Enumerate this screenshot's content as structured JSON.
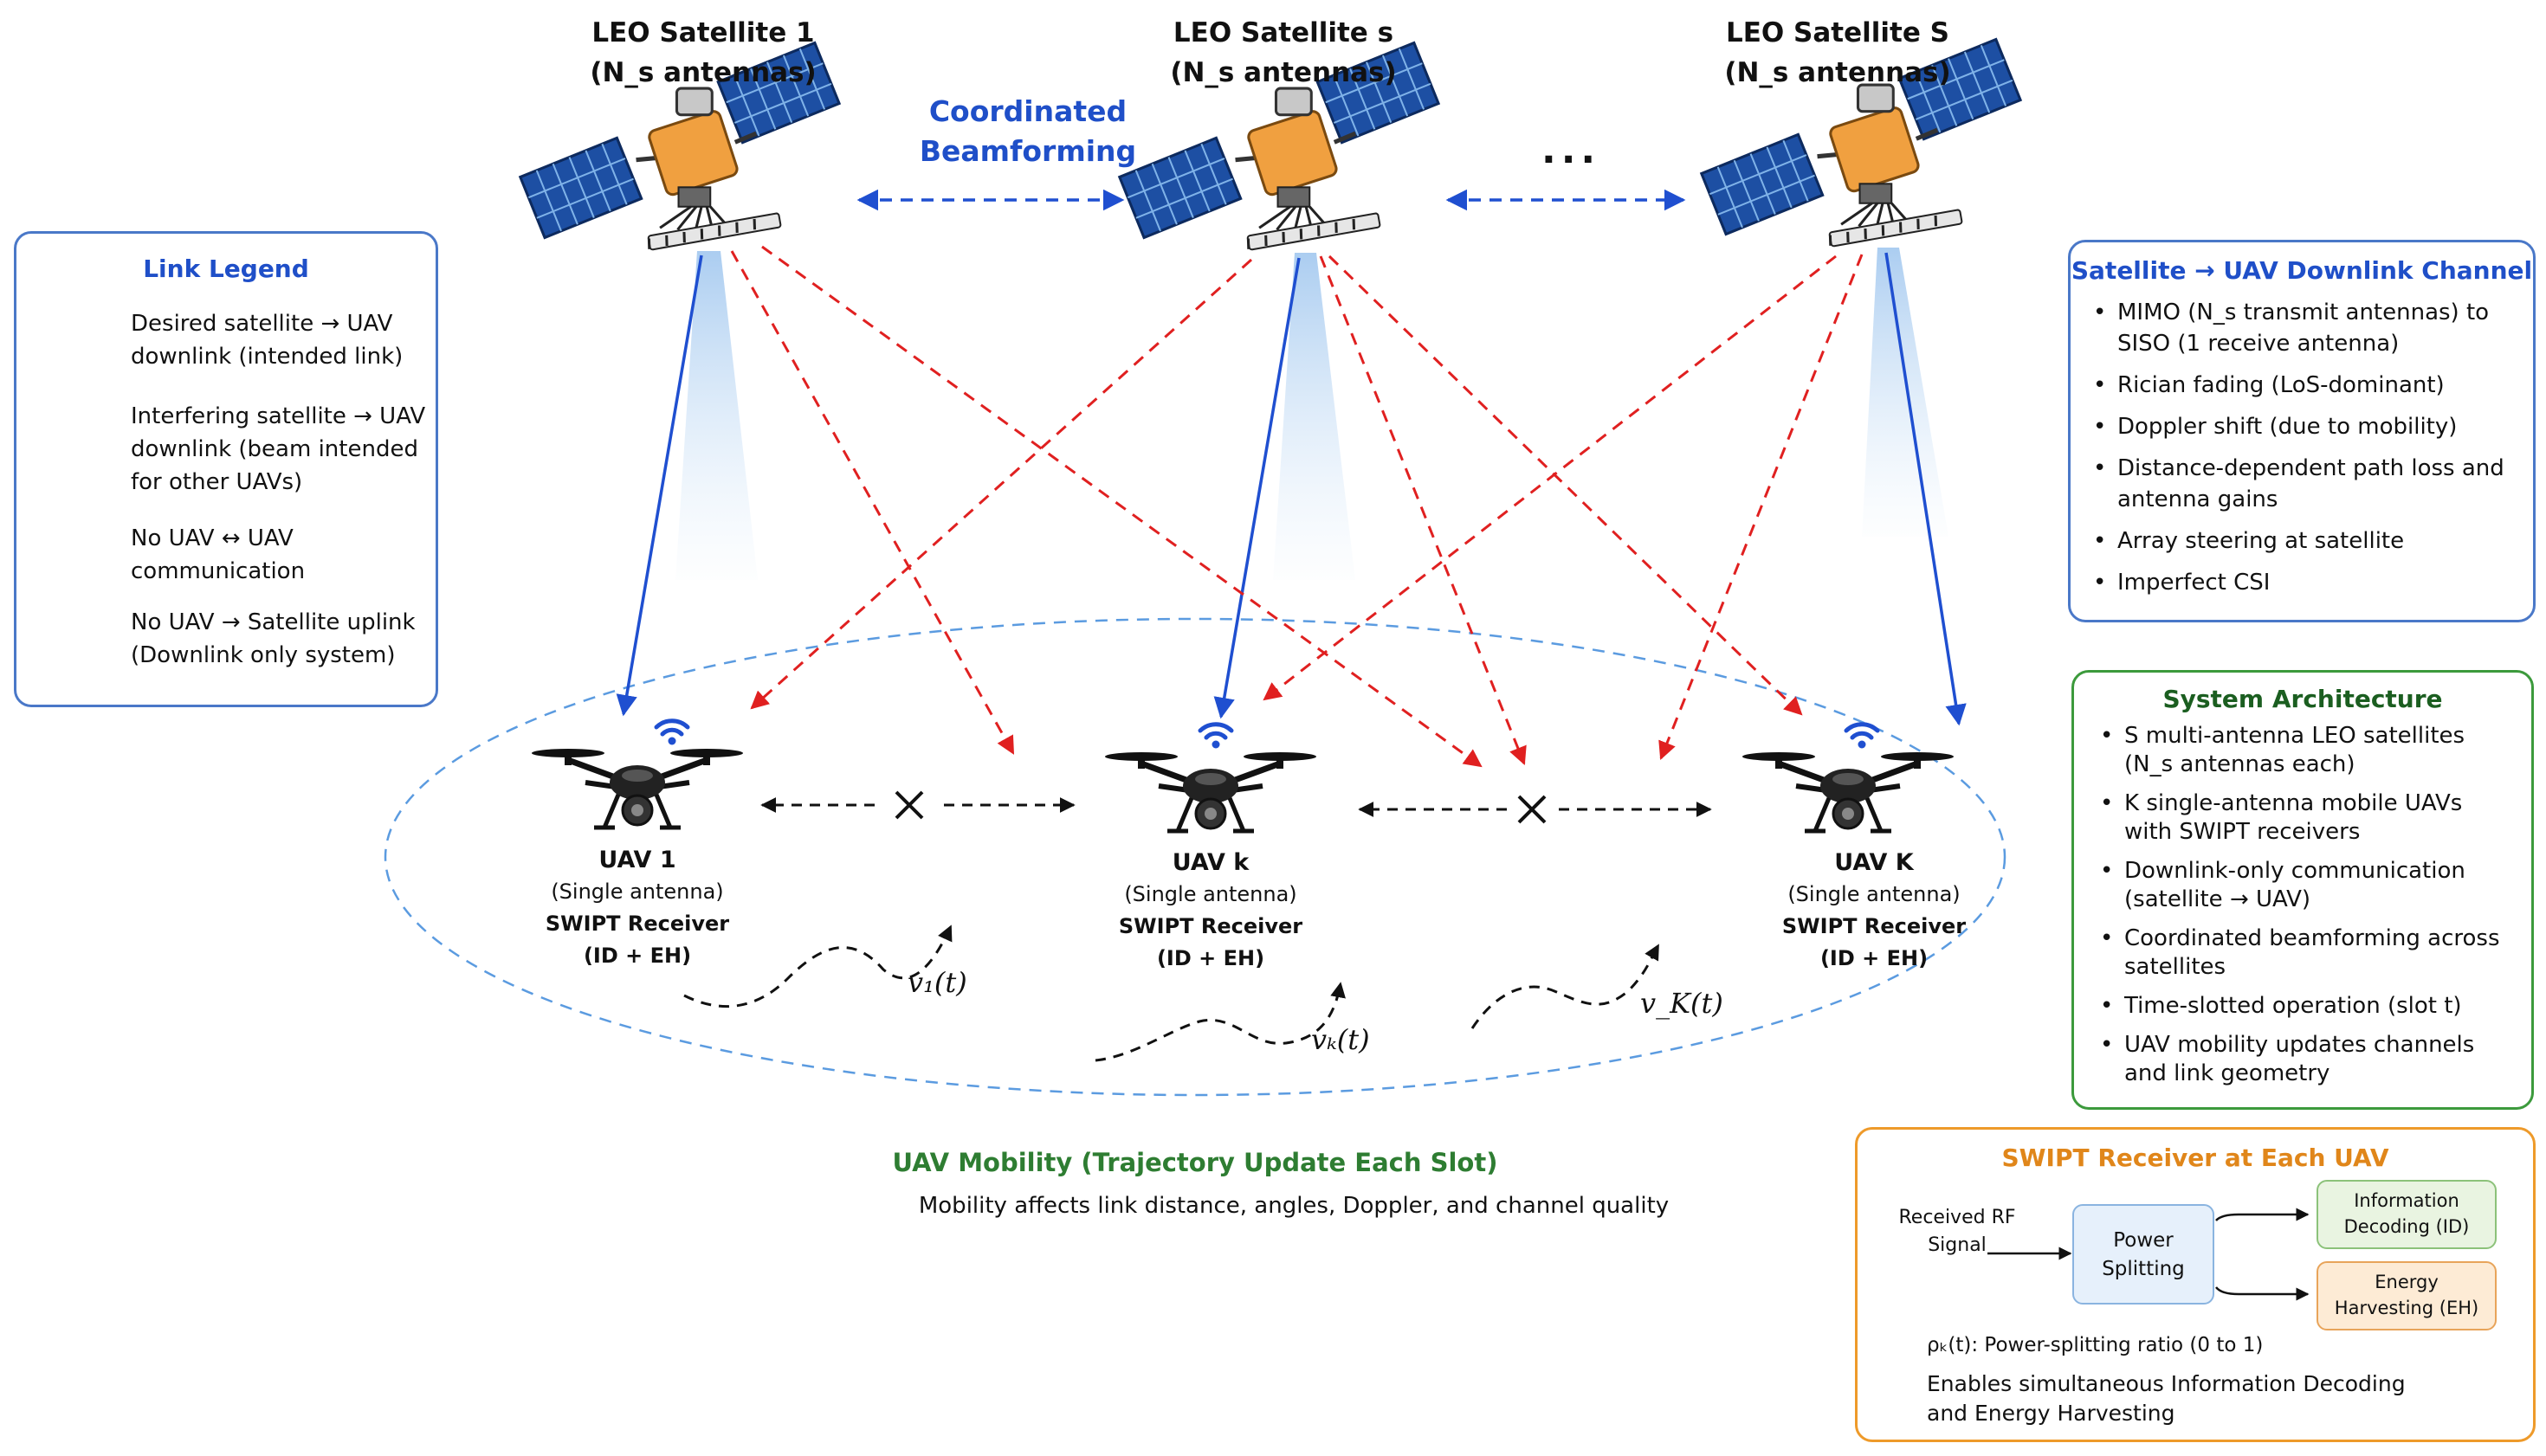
{
  "satellites": [
    {
      "name": "LEO Satellite 1",
      "antennas": "(N_s antennas)"
    },
    {
      "name": "LEO Satellite s",
      "antennas": "(N_s antennas)"
    },
    {
      "name": "LEO Satellite S",
      "antennas": "(N_s antennas)"
    }
  ],
  "coordination": {
    "line1": "Coordinated",
    "line2": "Beamforming"
  },
  "ellipsis": "...",
  "uavs": [
    {
      "name": "UAV 1",
      "antenna": "(Single antenna)",
      "receiver": "SWIPT Receiver",
      "modes": "(ID + EH)",
      "velocity": "v₁(t)"
    },
    {
      "name": "UAV k",
      "antenna": "(Single antenna)",
      "receiver": "SWIPT Receiver",
      "modes": "(ID + EH)",
      "velocity": "vₖ(t)"
    },
    {
      "name": "UAV K",
      "antenna": "(Single antenna)",
      "receiver": "SWIPT Receiver",
      "modes": "(ID + EH)",
      "velocity": "v_K(t)"
    }
  ],
  "mobility": {
    "title": "UAV Mobility (Trajectory Update Each Slot)",
    "subtitle": "Mobility affects link distance, angles, Doppler, and channel quality"
  },
  "legend": {
    "title": "Link Legend",
    "items": [
      {
        "text": "Desired satellite → UAV downlink (intended link)"
      },
      {
        "text": "Interfering satellite → UAV downlink (beam intended for other UAVs)"
      },
      {
        "text": "No UAV ↔ UAV communication"
      },
      {
        "text": "No UAV → Satellite uplink (Downlink only system)"
      }
    ]
  },
  "channel_panel": {
    "title": "Satellite → UAV Downlink Channel",
    "items": [
      "MIMO (N_s transmit antennas) to SISO (1 receive antenna)",
      "Rician fading (LoS-dominant)",
      "Doppler shift (due to mobility)",
      "Distance-dependent path loss and antenna gains",
      "Array steering at satellite",
      "Imperfect CSI"
    ]
  },
  "architecture_panel": {
    "title": "System Architecture",
    "items": [
      "S multi-antenna LEO satellites (N_s antennas each)",
      "K single-antenna mobile UAVs with SWIPT receivers",
      "Downlink-only communication (satellite → UAV)",
      "Coordinated beamforming across satellites",
      "Time-slotted operation (slot t)",
      "UAV mobility updates channels and link geometry"
    ]
  },
  "swipt_panel": {
    "title": "SWIPT Receiver at Each UAV",
    "input_line1": "Received RF",
    "input_line2": "Signal",
    "splitter_line1": "Power",
    "splitter_line2": "Splitting",
    "id_line1": "Information",
    "id_line2": "Decoding (ID)",
    "eh_line1": "Energy",
    "eh_line2": "Harvesting (EH)",
    "ratio": "ρₖ(t): Power-splitting ratio (0 to 1)",
    "note_line1": "Enables simultaneous Information Decoding",
    "note_line2": "and Energy Harvesting"
  },
  "colors": {
    "desired": "#1f4fd0",
    "interfering": "#e02020",
    "legend_border": "#4a78c8",
    "architecture_border": "#3c9a3c",
    "swipt_border": "#ee9a2a",
    "mobility_title": "#2e7d32",
    "ellipse": "#5b9be0"
  }
}
